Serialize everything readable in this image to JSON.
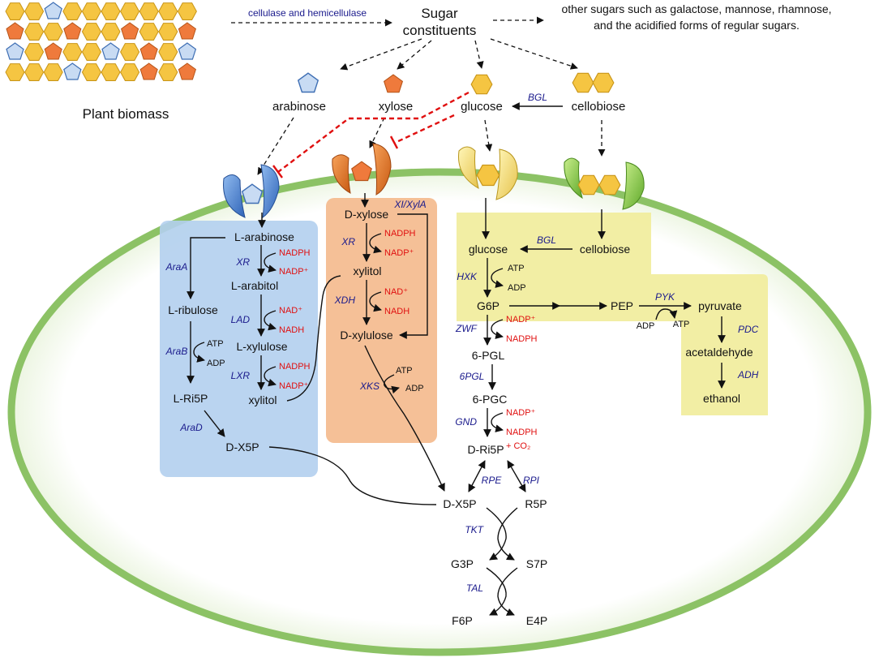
{
  "top": {
    "biomass_label": "Plant biomass",
    "enzyme_label": "cellulase and hemicellulase",
    "sugar_line1": "Sugar",
    "sugar_line2": "constituents",
    "other_line1": "other sugars such as galactose, mannose, rhamnose,",
    "other_line2": "and the acidified forms of regular sugars."
  },
  "sugars": {
    "arabinose": "arabinose",
    "xylose": "xylose",
    "glucose": "glucose",
    "cellobiose": "cellobiose",
    "bgl_outside": "BGL"
  },
  "arabinose_path": {
    "l_arabinose": "L-arabinose",
    "araA": "AraA",
    "xr": "XR",
    "nadph": "NADPH",
    "nadp": "NADP⁺",
    "l_arabitol": "L-arabitol",
    "l_ribulose": "L-ribulose",
    "lad": "LAD",
    "nad": "NAD⁺",
    "nadh": "NADH",
    "araB": "AraB",
    "atp": "ATP",
    "adp": "ADP",
    "l_xylulose": "L-xylulose",
    "lxr": "LXR",
    "nadph2": "NADPH",
    "nadp2": "NADP⁺",
    "l_ri5p": "L-Ri5P",
    "xylitol": "xylitol",
    "araD": "AraD",
    "d_x5p": "D-X5P"
  },
  "xylose_path": {
    "d_xylose": "D-xylose",
    "xi": "XI/XylA",
    "xr": "XR",
    "nadph": "NADPH",
    "nadp": "NADP⁺",
    "xylitol": "xylitol",
    "xdh": "XDH",
    "nad": "NAD⁺",
    "nadh": "NADH",
    "d_xylulose": "D-xylulose",
    "xks": "XKS",
    "atp": "ATP",
    "adp": "ADP"
  },
  "glucose_path": {
    "glucose": "glucose",
    "bgl": "BGL",
    "cellobiose": "cellobiose",
    "hxk": "HXK",
    "atp": "ATP",
    "adp": "ADP",
    "g6p": "G6P",
    "pep": "PEP",
    "pyk": "PYK",
    "pyruvate": "pyruvate",
    "pyk_adp": "ADP",
    "pyk_atp": "ATP",
    "pdc": "PDC",
    "acetaldehyde": "acetaldehyde",
    "adh": "ADH",
    "ethanol": "ethanol",
    "zwf": "ZWF",
    "nadp": "NADP⁺",
    "nadph": "NADPH",
    "pgl6": "6-PGL",
    "pglenz": "6PGL",
    "pgc6": "6-PGC",
    "gnd": "GND",
    "nadp2": "NADP⁺",
    "nadph2": "NADPH",
    "co2": "+ CO₂",
    "d_ri5p": "D-Ri5P"
  },
  "ppp": {
    "rpe": "RPE",
    "rpi": "RPI",
    "d_x5p": "D-X5P",
    "r5p": "R5P",
    "tkt": "TKT",
    "g3p": "G3P",
    "s7p": "S7P",
    "tal": "TAL",
    "f6p": "F6P",
    "e4p": "E4P"
  },
  "colors": {
    "cell_fill": "#eef6e6",
    "cell_border": "#8cc265",
    "arabinose_box": "#b3cfee",
    "xylose_box": "#f4b98c",
    "glucose_box": "#f1ec9a",
    "red": "#e01010",
    "enzyme": "#1a1a8c",
    "hexagon": "#f5c542",
    "pentagon_orange": "#ef7a3c",
    "pentagon_blue": "#9ec0ea"
  }
}
